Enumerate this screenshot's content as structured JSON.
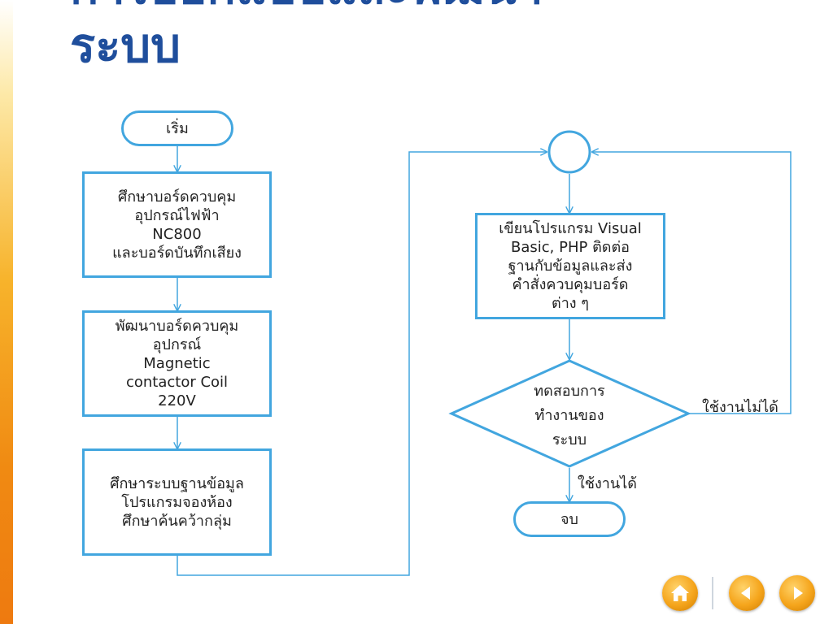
{
  "title": {
    "line1": "การออกแบบและพัฒนา",
    "line2": "ระบบ"
  },
  "nodes": {
    "start": "เริ่ม",
    "study_board": "ศึกษาบอร์ดควบคุม\nอุปกรณ์ไฟฟ้า\nNC800\nและบอร์ดบันทึกเสียง",
    "develop_board": "พัฒนาบอร์ดควบคุม\nอุปกรณ์\nMagnetic\ncontactor Coil\n220V",
    "study_db": "ศึกษาระบบฐานข้อมูล\nโปรแกรมจองห้อง\nศึกษาค้นคว้ากลุ่ม",
    "write_program": "เขียนโปรแกรม Visual\nBasic, PHP ติดต่อ\nฐานกับข้อมูลและส่ง\nคำสั่งควบคุมบอร์ด\nต่าง ๆ",
    "test_system": "ทดสอบการ\nทำงานของ\nระบบ",
    "end": "จบ"
  },
  "edges": {
    "fail": "ใช้งานไม่ได้",
    "pass": "ใช้งานได้"
  },
  "colors": {
    "accent": "#42a6df",
    "title": "#1f4e9c",
    "nav": "#f5a51c"
  },
  "nav": {
    "home": "home-icon",
    "prev": "previous-icon",
    "next": "next-icon"
  }
}
